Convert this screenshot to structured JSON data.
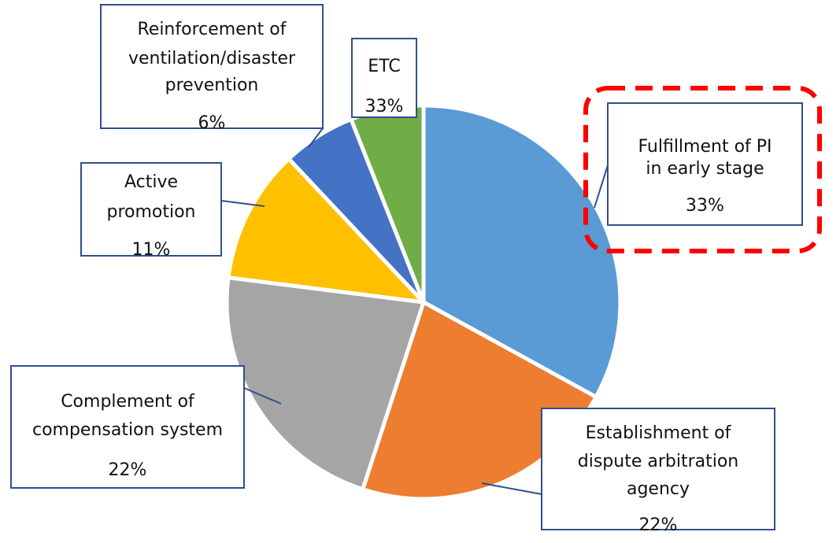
{
  "chart_data": {
    "type": "pie",
    "title": "",
    "slices": [
      {
        "label": [
          "Fulfillment of PI",
          "in early stage"
        ],
        "percent_label": "33%",
        "value": 33,
        "color": "#5B9BD5",
        "highlighted": true
      },
      {
        "label": [
          "Establishment of",
          "dispute arbitration",
          "agency"
        ],
        "percent_label": "22%",
        "value": 22,
        "color": "#ED7D31",
        "highlighted": false
      },
      {
        "label": [
          "Complement of",
          "compensation system"
        ],
        "percent_label": "22%",
        "value": 22,
        "color": "#A5A5A5",
        "highlighted": false
      },
      {
        "label": [
          "Active",
          "promotion"
        ],
        "percent_label": "11%",
        "value": 11,
        "color": "#FFC000",
        "highlighted": false
      },
      {
        "label": [
          "Reinforcement of",
          "ventilation/disaster",
          "prevention"
        ],
        "percent_label": "6%",
        "value": 6,
        "color": "#4472C4",
        "highlighted": false
      },
      {
        "label": [
          "ETC"
        ],
        "percent_label": "33%",
        "value": 6,
        "color": "#70AD47",
        "highlighted": false
      }
    ],
    "callout_border_color": "#2F4F8F",
    "highlight_color": "#FF0000"
  }
}
